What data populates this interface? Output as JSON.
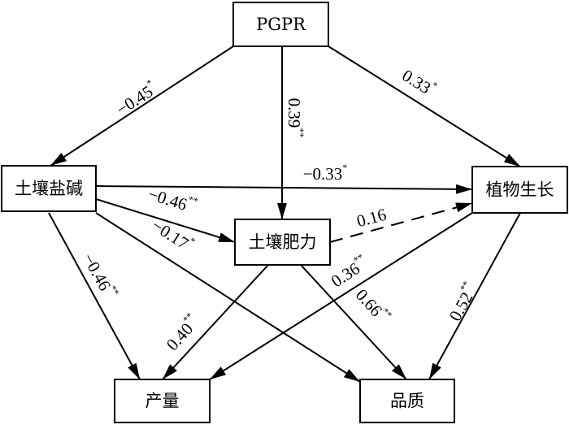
{
  "nodes": {
    "pgpr": "PGPR",
    "salinity": "土壤盐碱",
    "fertility": "土壤肥力",
    "growth": "植物生长",
    "yield": "产量",
    "quality": "品质"
  },
  "edges": [
    {
      "id": "pgpr-salinity",
      "from": "pgpr",
      "to": "salinity",
      "coef": "−0.45",
      "sig": "*",
      "style": "solid"
    },
    {
      "id": "pgpr-fertility",
      "from": "pgpr",
      "to": "fertility",
      "coef": "0.39",
      "sig": "**",
      "style": "solid"
    },
    {
      "id": "pgpr-growth",
      "from": "pgpr",
      "to": "growth",
      "coef": "0.33",
      "sig": "*",
      "style": "solid"
    },
    {
      "id": "salinity-growth",
      "from": "salinity",
      "to": "growth",
      "coef": "−0.33",
      "sig": "*",
      "style": "solid"
    },
    {
      "id": "salinity-fertility",
      "from": "salinity",
      "to": "fertility",
      "coef": "−0.46",
      "sig": "**",
      "style": "solid"
    },
    {
      "id": "salinity-quality",
      "from": "salinity",
      "to": "quality",
      "coef": "−0.17",
      "sig": "*",
      "style": "solid"
    },
    {
      "id": "salinity-yield",
      "from": "salinity",
      "to": "yield",
      "coef": "−0.46",
      "sig": "**",
      "style": "solid"
    },
    {
      "id": "fertility-growth",
      "from": "fertility",
      "to": "growth",
      "coef": "0.16",
      "sig": "",
      "style": "dashed"
    },
    {
      "id": "fertility-yield",
      "from": "fertility",
      "to": "yield",
      "coef": "0.40",
      "sig": "**",
      "style": "solid"
    },
    {
      "id": "growth-yield",
      "from": "growth",
      "to": "yield",
      "coef": "0.36",
      "sig": "**",
      "style": "solid"
    },
    {
      "id": "fertility-quality",
      "from": "fertility",
      "to": "quality",
      "coef": "0.66",
      "sig": "**",
      "style": "solid"
    },
    {
      "id": "growth-quality",
      "from": "growth",
      "to": "quality",
      "coef": "0.52",
      "sig": "**",
      "style": "solid"
    }
  ]
}
